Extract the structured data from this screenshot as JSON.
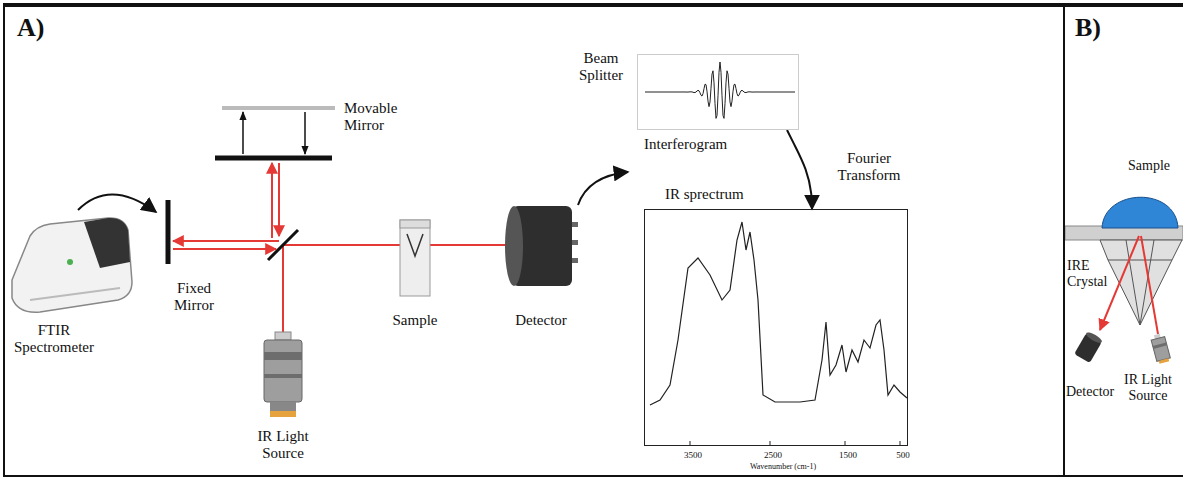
{
  "diagram": {
    "nodes": [
      {
        "text": [
          "A)"
        ]
      },
      {
        "text": [
          "B)"
        ]
      },
      {
        "text": [
          "Interferogram"
        ],
        "in": 0
      },
      {
        "text": [
          "IR sprectrum",
          "3500",
          "2500",
          "1500",
          "500",
          "Wavenumber (cm-1)"
        ],
        "in": 0
      }
    ],
    "edges": [
      {
        "from": 2,
        "to": 3,
        "arrow": "to"
      }
    ],
    "labels": [
      "Beam Splitter",
      "Movable Mirror",
      "Fixed Mirror",
      "FTIR Spectrometer",
      "Sample",
      "Detector",
      "Fourier Transform",
      "IR Light Source",
      "Sample",
      "IRE Crystal",
      "Detector",
      "IR Light Source"
    ]
  }
}
